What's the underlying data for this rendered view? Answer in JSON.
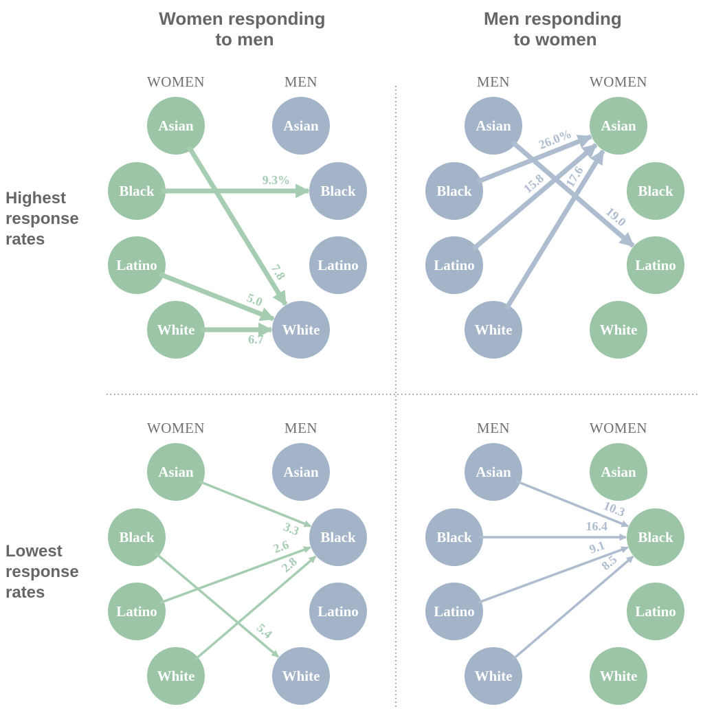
{
  "colors": {
    "women": "#9cc5a8",
    "men": "#a3b3c8",
    "women_arrow": "#a6cdb1",
    "men_arrow": "#aebcd0",
    "text": "#666666"
  },
  "column_titles": [
    [
      "Women responding",
      "to men"
    ],
    [
      "Men responding",
      "to women"
    ]
  ],
  "row_titles": [
    [
      "Highest",
      "response",
      "rates"
    ],
    [
      "Lowest",
      "response",
      "rates"
    ]
  ],
  "groups": [
    "Asian",
    "Black",
    "Latino",
    "White"
  ],
  "panels": [
    {
      "id": "women-high",
      "left_header": "WOMEN",
      "right_header": "MEN",
      "left_gender": "women",
      "right_gender": "men",
      "edges": [
        {
          "from": "Asian",
          "to": "White",
          "value": "7.8",
          "weight": "thick"
        },
        {
          "from": "Black",
          "to": "Black",
          "value": "9.3%",
          "weight": "thick"
        },
        {
          "from": "Latino",
          "to": "White",
          "value": "5.0",
          "weight": "thick"
        },
        {
          "from": "White",
          "to": "White",
          "value": "6.7",
          "weight": "thick"
        }
      ]
    },
    {
      "id": "men-high",
      "left_header": "MEN",
      "right_header": "WOMEN",
      "left_gender": "men",
      "right_gender": "women",
      "edges": [
        {
          "from": "Asian",
          "to": "Latino",
          "value": "19.0",
          "weight": "thick"
        },
        {
          "from": "Black",
          "to": "Asian",
          "value": "26.0%",
          "weight": "thick"
        },
        {
          "from": "Latino",
          "to": "Asian",
          "value": "15.8",
          "weight": "thick"
        },
        {
          "from": "White",
          "to": "Asian",
          "value": "17.6",
          "weight": "thick"
        }
      ]
    },
    {
      "id": "women-low",
      "left_header": "WOMEN",
      "right_header": "MEN",
      "left_gender": "women",
      "right_gender": "men",
      "edges": [
        {
          "from": "Asian",
          "to": "Black",
          "value": "3.3",
          "weight": "thin"
        },
        {
          "from": "Black",
          "to": "White",
          "value": "5.4",
          "weight": "thin"
        },
        {
          "from": "Latino",
          "to": "Black",
          "value": "2.6",
          "weight": "thin"
        },
        {
          "from": "White",
          "to": "Black",
          "value": "2.8",
          "weight": "thin"
        }
      ]
    },
    {
      "id": "men-low",
      "left_header": "MEN",
      "right_header": "WOMEN",
      "left_gender": "men",
      "right_gender": "women",
      "edges": [
        {
          "from": "Asian",
          "to": "Black",
          "value": "10.3",
          "weight": "thin"
        },
        {
          "from": "Black",
          "to": "Black",
          "value": "16.4",
          "weight": "thin"
        },
        {
          "from": "Latino",
          "to": "Black",
          "value": "9.1",
          "weight": "thin"
        },
        {
          "from": "White",
          "to": "Black",
          "value": "8.5",
          "weight": "thin"
        }
      ]
    }
  ]
}
